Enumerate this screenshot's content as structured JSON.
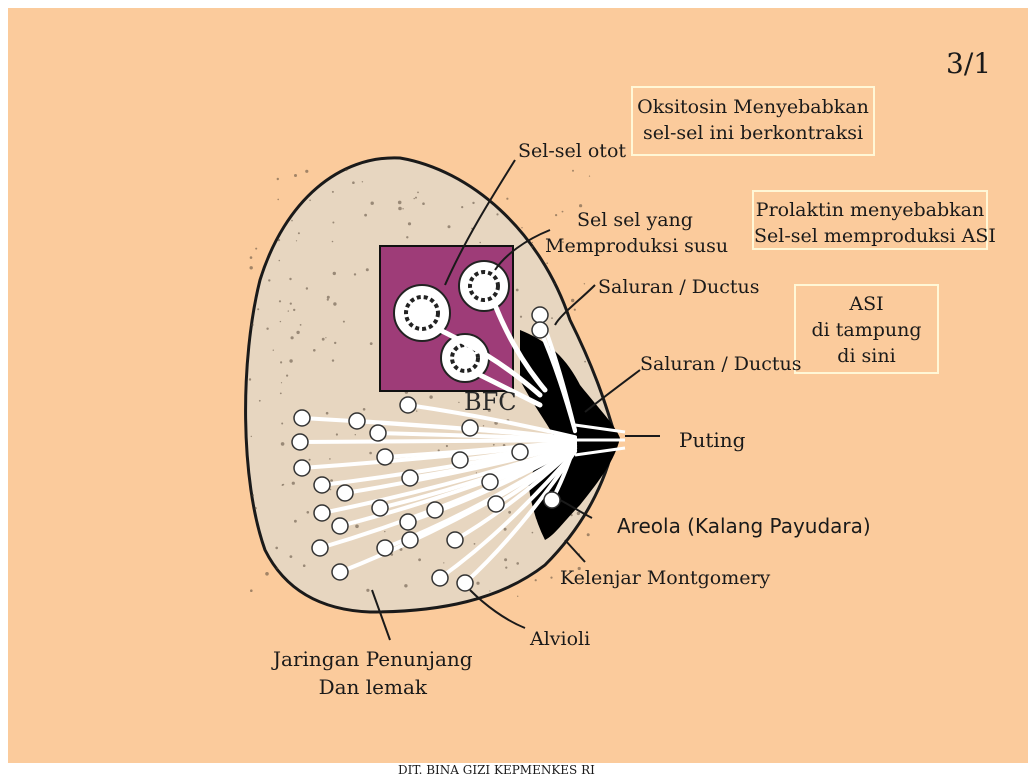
{
  "slide": {
    "page_number": "3/1",
    "footer": "DIT. BINA GIZI  KEPMENKES RI",
    "colors": {
      "background": "#FBCB9C",
      "breast_tissue": "#E7D6C0",
      "areola": "#000000",
      "highlight_box": "#9E3C78",
      "callout_border": "#FFF7D6"
    }
  },
  "callouts": {
    "oksitosin": [
      "Oksitosin Menyebabkan",
      "sel-sel ini berkontraksi"
    ],
    "prolaktin": [
      "Prolaktin menyebabkan",
      "Sel-sel memproduksi ASI"
    ],
    "asi": [
      "ASI",
      "di tampung",
      "di sini"
    ]
  },
  "labels": {
    "sel_otot": "Sel-sel otot",
    "sel_produksi": [
      "Sel sel yang",
      "Memproduksi susu"
    ],
    "saluran_1": "Saluran / Ductus",
    "saluran_2": "Saluran / Ductus",
    "bfc": "BFC",
    "puting": "Puting",
    "areola": "Areola (Kalang Payudara)",
    "kelenjar": "Kelenjar  Montgomery",
    "alvioli": "Alvioli",
    "jaringan": [
      "Jaringan Penunjang",
      "Dan lemak"
    ]
  }
}
